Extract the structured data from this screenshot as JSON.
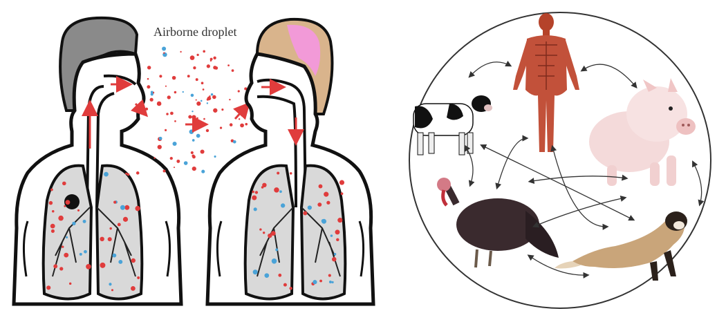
{
  "left_panel": {
    "label": "Airborne droplet",
    "figures": [
      {
        "name": "infected-person",
        "hair_color": "#8a8a8a",
        "lesion": true
      },
      {
        "name": "exposed-person",
        "hair_color": "#d9b48c",
        "hair_highlight": "#f29ad8",
        "lesion": false
      }
    ],
    "droplet_colors": [
      "#e03c3c",
      "#4aa3d8"
    ],
    "arrow_color": "#e03c3c",
    "lung_fill": "#d9d9d9"
  },
  "right_panel": {
    "species": [
      {
        "name": "human",
        "icon": "human-anatomy-icon"
      },
      {
        "name": "pig",
        "icon": "pig-icon"
      },
      {
        "name": "ferret",
        "icon": "ferret-icon"
      },
      {
        "name": "turkey",
        "icon": "turkey-icon"
      },
      {
        "name": "cow",
        "icon": "cow-icon"
      }
    ],
    "circle_color": "#333333",
    "arrow_color": "#333333"
  }
}
